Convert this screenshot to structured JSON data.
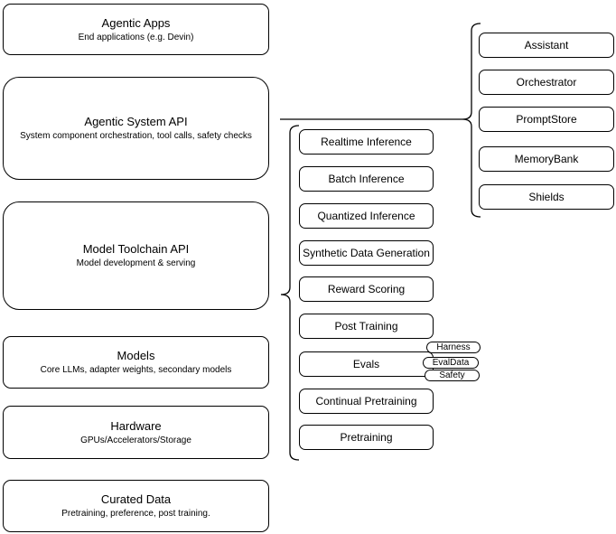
{
  "left_column": [
    {
      "title": "Agentic Apps",
      "subtitle": "End applications (e.g. Devin)"
    },
    {
      "title": "Agentic System API",
      "subtitle": "System component orchestration, tool calls, safety checks"
    },
    {
      "title": "Model Toolchain API",
      "subtitle": "Model development & serving"
    },
    {
      "title": "Models",
      "subtitle": "Core LLMs, adapter weights, secondary models"
    },
    {
      "title": "Hardware",
      "subtitle": "GPUs/Accelerators/Storage"
    },
    {
      "title": "Curated Data",
      "subtitle": "Pretraining, preference, post training."
    }
  ],
  "toolchain_items": [
    "Realtime Inference",
    "Batch Inference",
    "Quantized Inference",
    "Synthetic Data Generation",
    "Reward Scoring",
    "Post Training",
    "Evals",
    "Continual Pretraining",
    "Pretraining"
  ],
  "eval_tags": [
    "Harness",
    "EvalData",
    "Safety"
  ],
  "system_components": [
    "Assistant",
    "Orchestrator",
    "PromptStore",
    "MemoryBank",
    "Shields"
  ],
  "colors": {
    "stroke": "#000000",
    "fill": "#ffffff",
    "text": "#000000"
  }
}
